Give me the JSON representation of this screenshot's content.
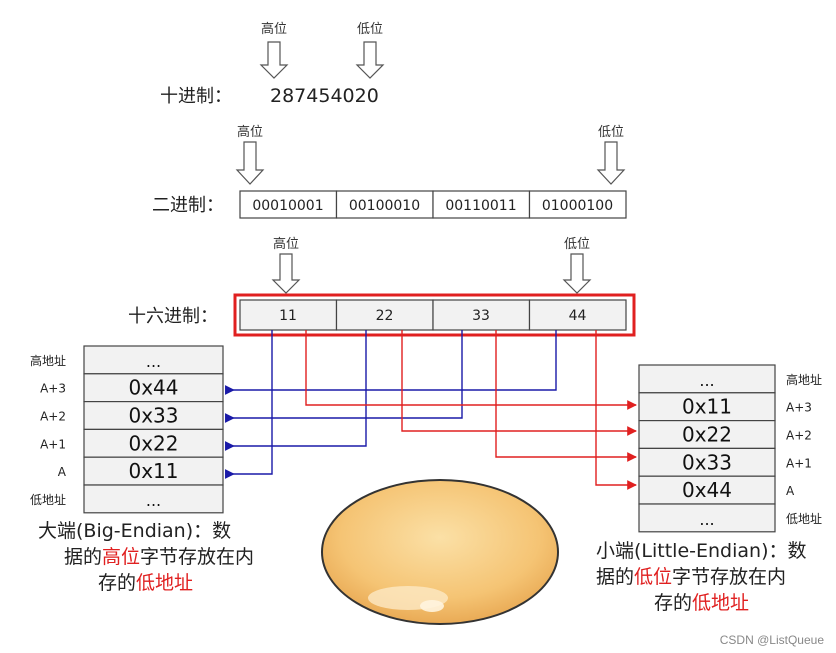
{
  "labels": {
    "high_bit": "高位",
    "low_bit": "低位",
    "decimal_label": "十进制：",
    "binary_label": "二进制：",
    "hex_label": "十六进制："
  },
  "decimal_value": "287454020",
  "binary_bytes": [
    "00010001",
    "00100010",
    "00110011",
    "01000100"
  ],
  "hex_bytes": [
    "11",
    "22",
    "33",
    "44"
  ],
  "big_endian": {
    "cells": [
      "...",
      "0x44",
      "0x33",
      "0x22",
      "0x11",
      "..."
    ],
    "address_labels": [
      "高地址",
      "A+3",
      "A+2",
      "A+1",
      "A",
      "低地址"
    ],
    "caption": {
      "line1": "大端(Big-Endian)：数",
      "line2_pre": "据的",
      "line2_red": "高位",
      "line2_post": "字节存放在内",
      "line3_pre": "存的",
      "line3_red": "低地址"
    }
  },
  "little_endian": {
    "cells": [
      "...",
      "0x11",
      "0x22",
      "0x33",
      "0x44",
      "..."
    ],
    "address_labels": [
      "高地址",
      "A+3",
      "A+2",
      "A+1",
      "A",
      "低地址"
    ],
    "caption": {
      "line1": "小端(Little-Endian)：数",
      "line2_pre": "据的",
      "line2_red": "低位",
      "line2_post": "字节存放在内",
      "line3_pre": "存的",
      "line3_red": "低地址"
    }
  },
  "watermark": "CSDN @ListQueue",
  "colors": {
    "blue_lines": "#1a1aa8",
    "red_lines": "#e02020",
    "highlight_box": "#e02020",
    "cell_fill": "#f2f2f2",
    "egg_fill": "#f7c97a"
  }
}
